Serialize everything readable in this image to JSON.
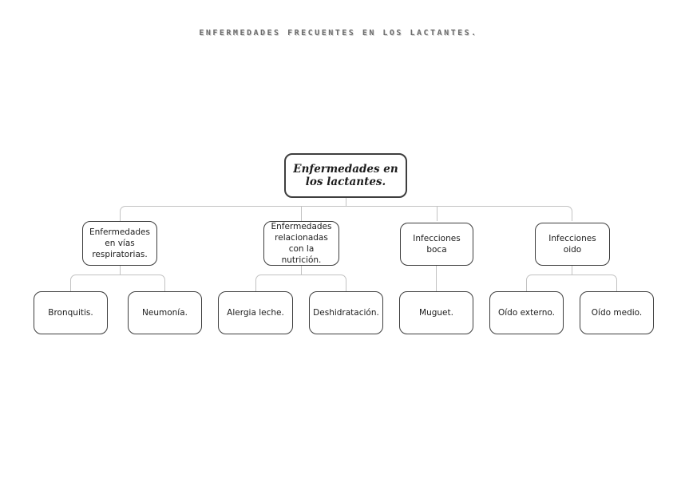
{
  "title": "ENFERMEDADES FRECUENTES EN LOS LACTANTES.",
  "tree": {
    "root": {
      "label": "Enfermedades en los lactantes."
    },
    "branches": [
      {
        "label": "Enfermedades en vías respiratorias.",
        "children": [
          "Bronquitis.",
          "Neumonía."
        ]
      },
      {
        "label": "Enfermedades relacionadas con la nutrición.",
        "children": [
          "Alergia leche.",
          "Deshidratación."
        ]
      },
      {
        "label": "Infecciones boca",
        "children": [
          "Muguet."
        ]
      },
      {
        "label": "Infecciones oido",
        "children": [
          "Oído externo.",
          "Oído medio."
        ]
      }
    ]
  },
  "colors": {
    "background": "#ffffff",
    "box_border": "#3e3e3e",
    "box_fill": "#ffffff",
    "connector": "#c2c2c2",
    "node_text": "#1c1c1c",
    "title_text": "#6b6b6b"
  }
}
